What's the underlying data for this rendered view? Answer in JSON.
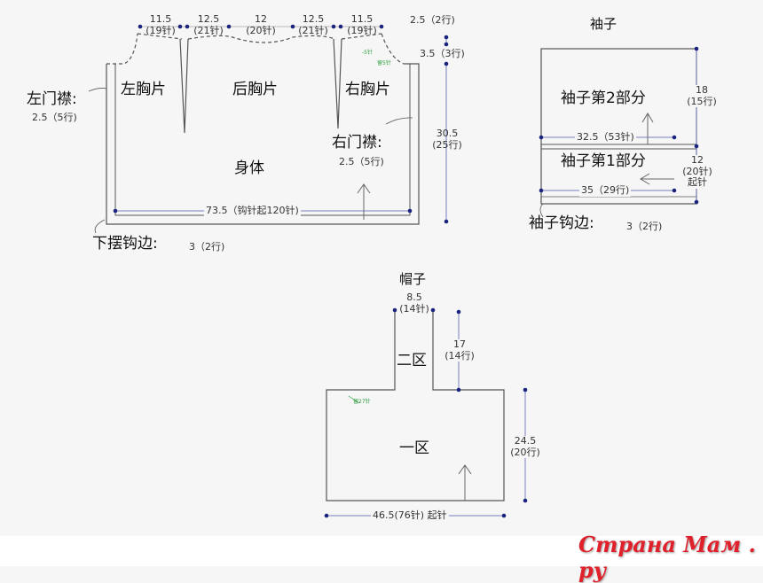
{
  "body": {
    "neck_dims": [
      {
        "cm": "11.5",
        "st": "(19针)"
      },
      {
        "cm": "12.5",
        "st": "(21针)"
      },
      {
        "cm": "12",
        "st": "(20针)"
      },
      {
        "cm": "12.5",
        "st": "(21针)"
      },
      {
        "cm": "11.5",
        "st": "(19针)"
      }
    ],
    "right_dims": {
      "top": "2.5（2行)",
      "shoulder": "3.5（3行)",
      "height": "30.5",
      "height_rows": "(25行)"
    },
    "left_front": "左胸片",
    "back": "后胸片",
    "right_front": "右胸片",
    "body_label": "身体",
    "left_placket": "左门襟:",
    "left_placket_dim": "2.5（5行)",
    "right_placket": "右门襟:",
    "right_placket_dim": "2.5（5行)",
    "width_dim": "73.5（钩针起120针)",
    "hem": "下摆钩边:",
    "hem_dim": "3（2行)",
    "green_notes": [
      "-5针",
      "留5针"
    ]
  },
  "sleeve": {
    "title": "袖子",
    "part2": "袖子第2部分",
    "part1": "袖子第1部分",
    "part2_width": "32.5（53针)",
    "part1_width": "35（29行)",
    "part2_height": "18",
    "part2_rows": "(15行)",
    "part1_height": "12",
    "part1_st": "(20针)",
    "part1_cast": "起针",
    "edge": "袖子钩边:",
    "edge_dim": "3（2行)"
  },
  "hood": {
    "title": "帽子",
    "top_cm": "8.5",
    "top_st": "(14针)",
    "zone2": "二区",
    "zone1": "一区",
    "zone2_height": "17",
    "zone2_rows": "(14行)",
    "zone1_height": "24.5",
    "zone1_rows": "(20行)",
    "width_dim": "46.5(76针) 起针",
    "green_note": "留27针"
  },
  "watermark": "Страна Мам . ру",
  "colors": {
    "dim_dot": "#1a237e",
    "green": "#2a9a3a",
    "watermark": "#e0202a"
  }
}
